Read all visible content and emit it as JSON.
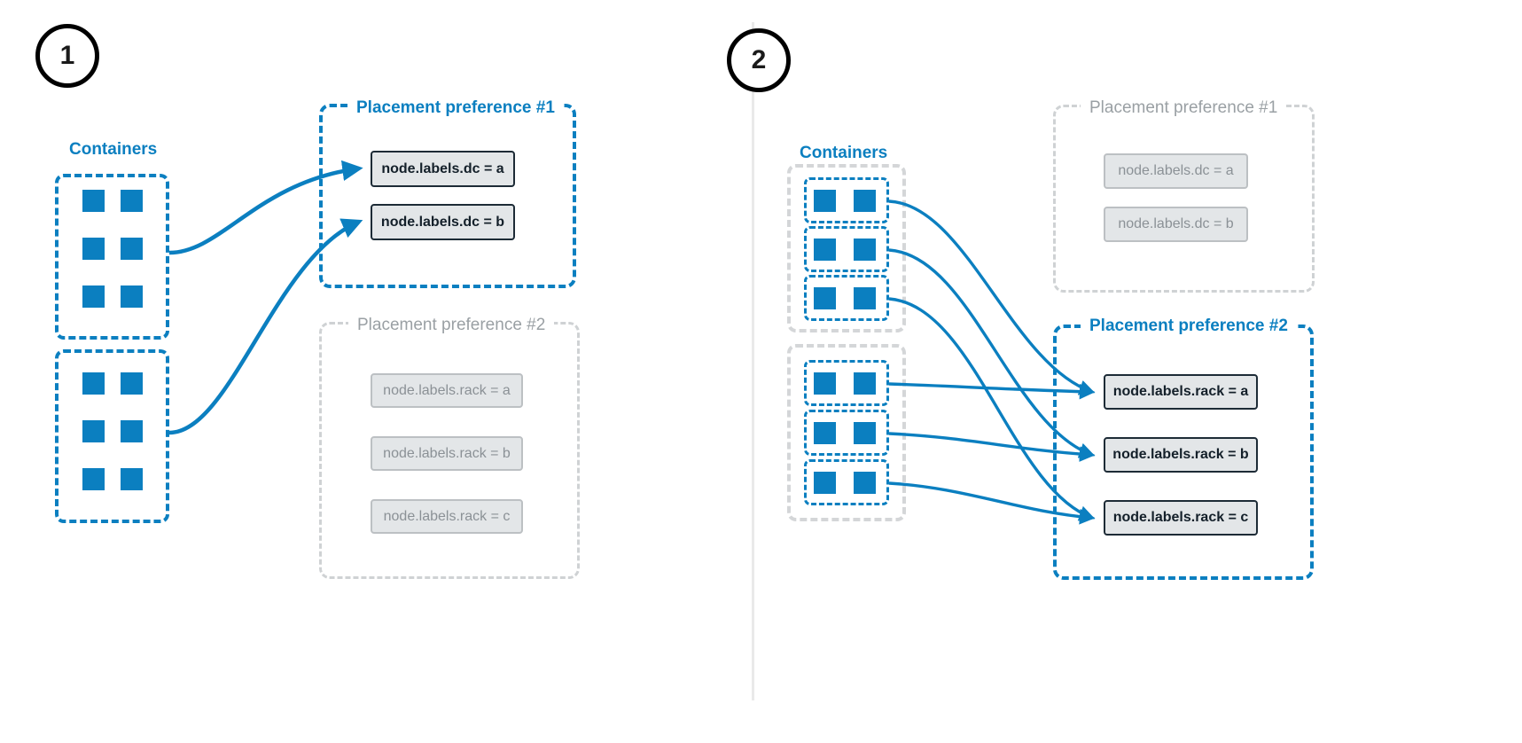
{
  "diagram": {
    "title_hidden": "",
    "accent_color": "#0b7fc0",
    "muted_color": "#9aa0a4",
    "chip_fill": "#e3e6e8",
    "chip_active_border": "#1d2b36",
    "chip_muted_border": "#bcc0c3",
    "divider_color": "#e9e9e9"
  },
  "panels": [
    {
      "step": "1",
      "containers_label": "Containers",
      "container_groups": [
        {
          "rows": 3,
          "cols": 2
        },
        {
          "rows": 3,
          "cols": 2
        }
      ],
      "preferences": [
        {
          "title": "Placement preference #1",
          "state": "active",
          "chips": [
            {
              "label": "node.labels.dc = a",
              "state": "active"
            },
            {
              "label": "node.labels.dc = b",
              "state": "active"
            }
          ]
        },
        {
          "title": "Placement preference #2",
          "state": "muted",
          "chips": [
            {
              "label": "node.labels.rack = a",
              "state": "muted"
            },
            {
              "label": "node.labels.rack = b",
              "state": "muted"
            },
            {
              "label": "node.labels.rack = c",
              "state": "muted"
            }
          ]
        }
      ]
    },
    {
      "step": "2",
      "containers_label": "Containers",
      "container_groups": [
        {
          "subgroups": 3,
          "squares_per_subgroup": 2
        },
        {
          "subgroups": 3,
          "squares_per_subgroup": 2
        }
      ],
      "preferences": [
        {
          "title": "Placement preference #1",
          "state": "muted",
          "chips": [
            {
              "label": "node.labels.dc = a",
              "state": "muted"
            },
            {
              "label": "node.labels.dc = b",
              "state": "muted"
            }
          ]
        },
        {
          "title": "Placement preference #2",
          "state": "active",
          "chips": [
            {
              "label": "node.labels.rack = a",
              "state": "active"
            },
            {
              "label": "node.labels.rack = b",
              "state": "active"
            },
            {
              "label": "node.labels.rack = c",
              "state": "active"
            }
          ]
        }
      ]
    }
  ]
}
